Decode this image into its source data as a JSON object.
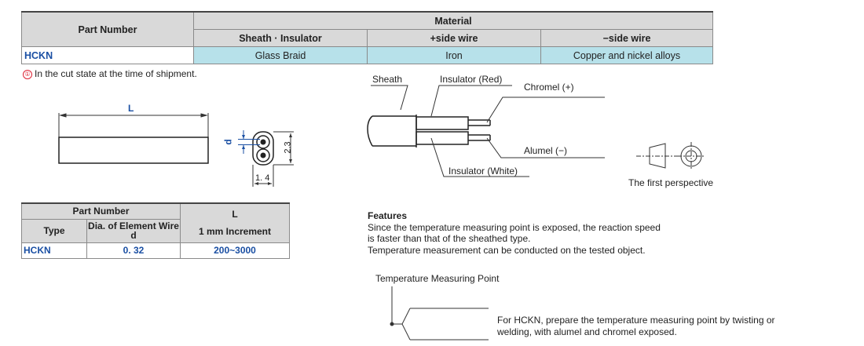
{
  "material_table": {
    "part_number_header": "Part Number",
    "material_header": "Material",
    "col1": "Sheath · Insulator",
    "col2": "+side wire",
    "col3": "−side wire",
    "row": {
      "part": "HCKN",
      "c1": "Glass Braid",
      "c2": "Iron",
      "c3": "Copper and nickel alloys"
    }
  },
  "note": {
    "icon": "info-circle-icon",
    "mark": "①",
    "text": "In the cut state at the time of shipment."
  },
  "dims": {
    "L": "L",
    "d": "d",
    "h": "2.3",
    "w": "1. 4"
  },
  "part_table": {
    "part_number_header": "Part Number",
    "type_header": "Type",
    "wire_header_line1": "Dia. of Element Wire",
    "wire_header_line2": "d",
    "L_header": "L",
    "L_sub": "1 mm Increment",
    "row": {
      "type": "HCKN",
      "d": "0. 32",
      "L": "200~3000"
    }
  },
  "diagram": {
    "sheath": "Sheath",
    "insulator_red": "Insulator (Red)",
    "chromel": "Chromel (+)",
    "alumel": "Alumel (−)",
    "insulator_white": "Insulator (White)",
    "perspective": "The first perspective"
  },
  "features": {
    "title": "Features",
    "line1": "Since the temperature measuring point is exposed,  the reaction speed",
    "line2": "is faster than that of the sheathed type.",
    "line3": "Temperature measurement can be conducted on the tested object."
  },
  "tmp": {
    "label": "Temperature Measuring Point",
    "line1": "For HCKN,  prepare the temperature measuring point by twisting or",
    "line2": "welding,  with alumel and chromel exposed."
  }
}
